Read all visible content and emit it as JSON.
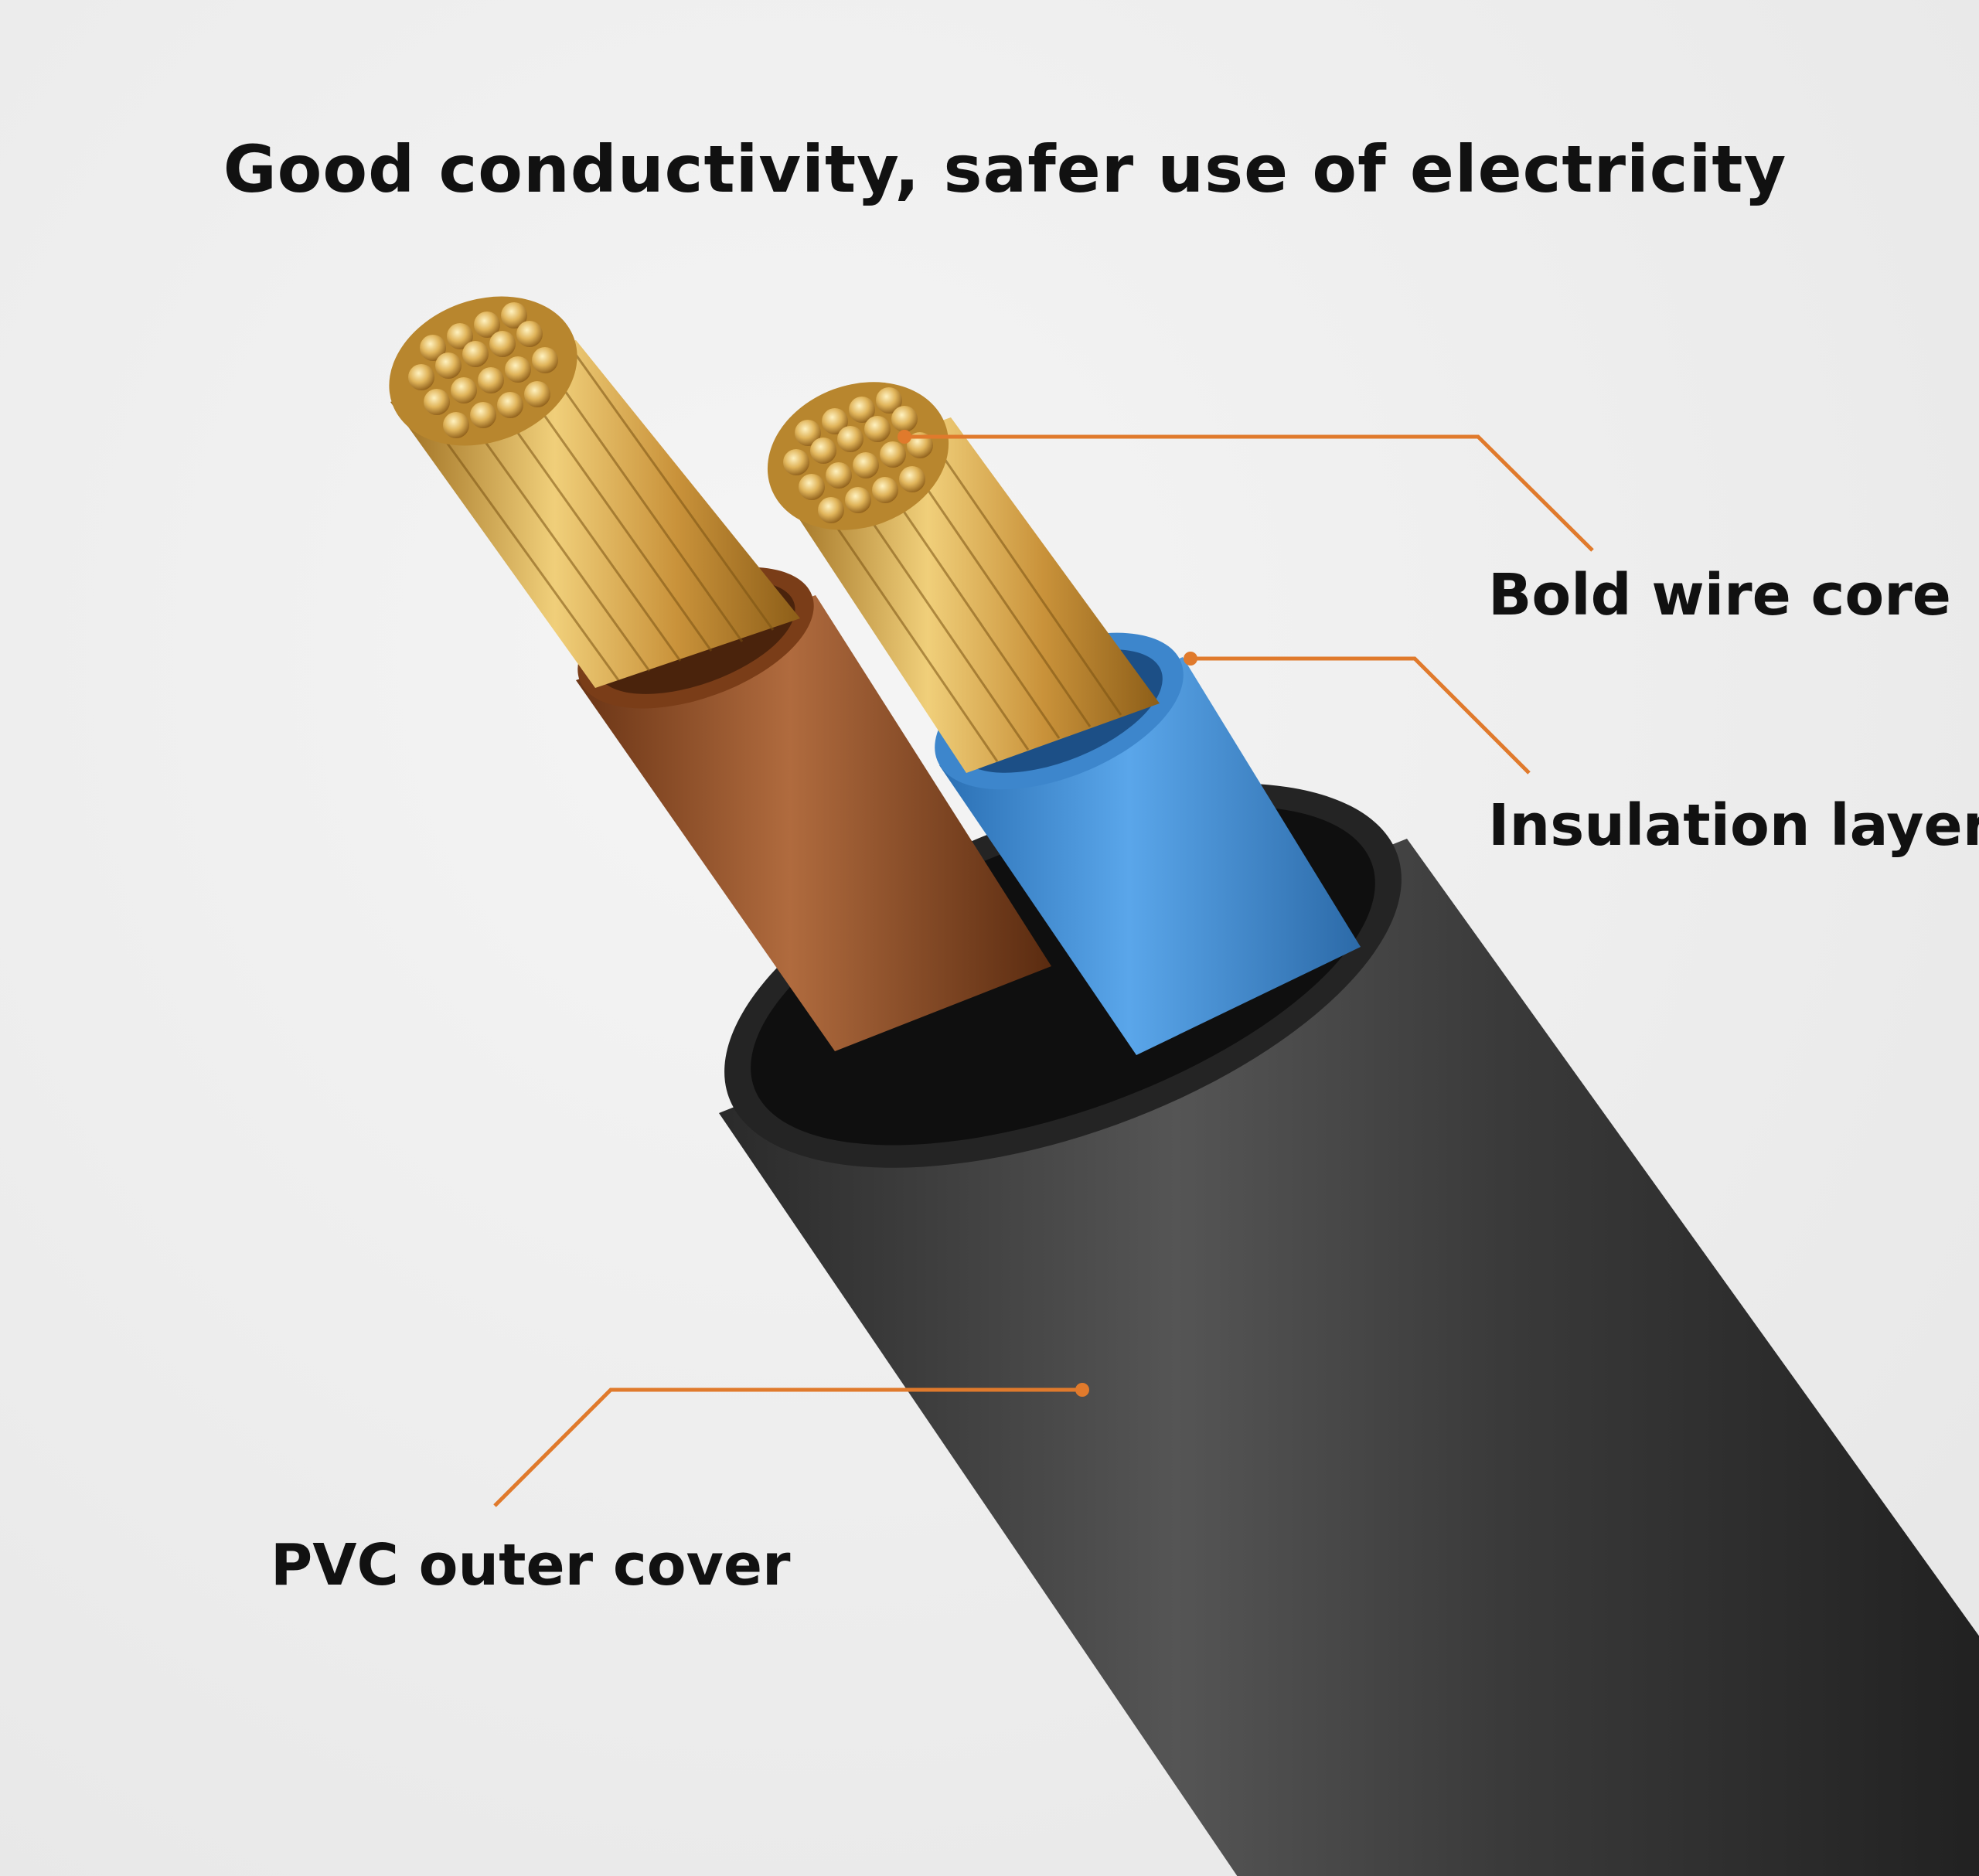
{
  "heading": "Good conductivity, safer use of electricity",
  "callouts": {
    "core": "Bold wire core",
    "insulation": "Insulation layer",
    "pvc": "PVC outer cover"
  },
  "colors": {
    "background": "#efefef",
    "leader_line": "#e07a2c",
    "outer_jacket": "#3c3c3c",
    "brown_insulation": "#8a4a22",
    "blue_insulation": "#3f8fd6",
    "copper": "#d4a644"
  }
}
